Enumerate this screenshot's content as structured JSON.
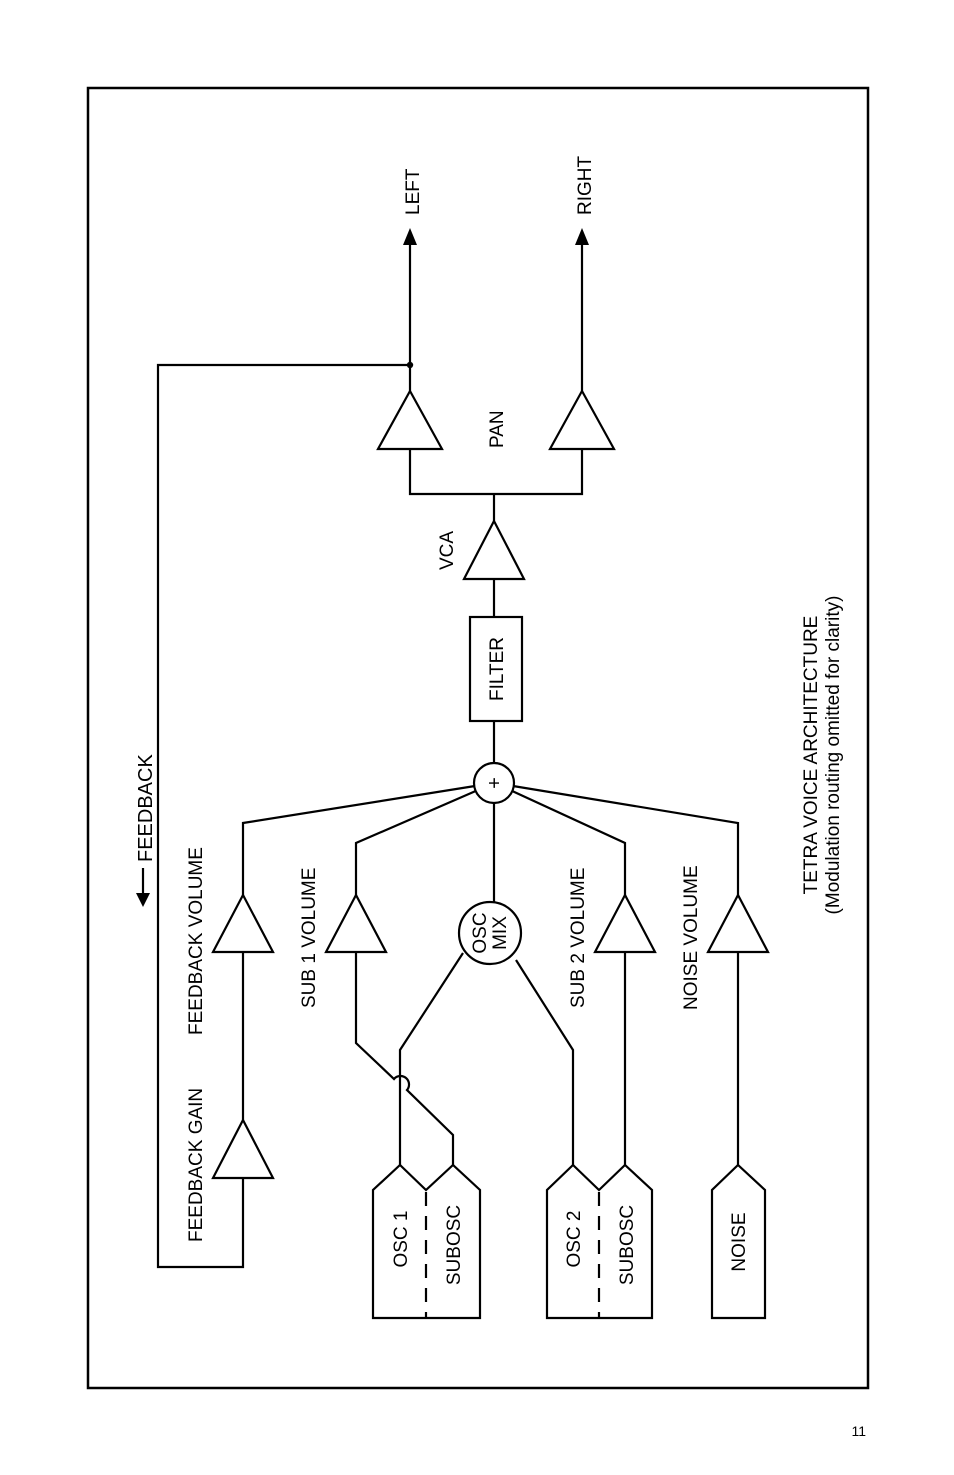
{
  "labels": {
    "feedback": "FEEDBACK",
    "feedback_gain": "FEEDBACK GAIN",
    "feedback_volume": "FEEDBACK VOLUME",
    "sub1_volume": "SUB 1 VOLUME",
    "sub2_volume": "SUB 2 VOLUME",
    "noise_volume": "NOISE VOLUME",
    "osc_mix_line1": "OSC",
    "osc_mix_line2": "MIX",
    "mixer_symbol": "+",
    "filter": "FILTER",
    "vca": "VCA",
    "pan": "PAN",
    "left": "LEFT",
    "right": "RIGHT",
    "osc1": "OSC 1",
    "subosc1": "SUBOSC",
    "osc2": "OSC 2",
    "subosc2": "SUBOSC",
    "noise": "NOISE"
  },
  "caption": {
    "title": "TETRA VOICE ARCHITECTURE",
    "subtitle": "(Modulation routing omitted for clarity)"
  },
  "page_number": "11"
}
